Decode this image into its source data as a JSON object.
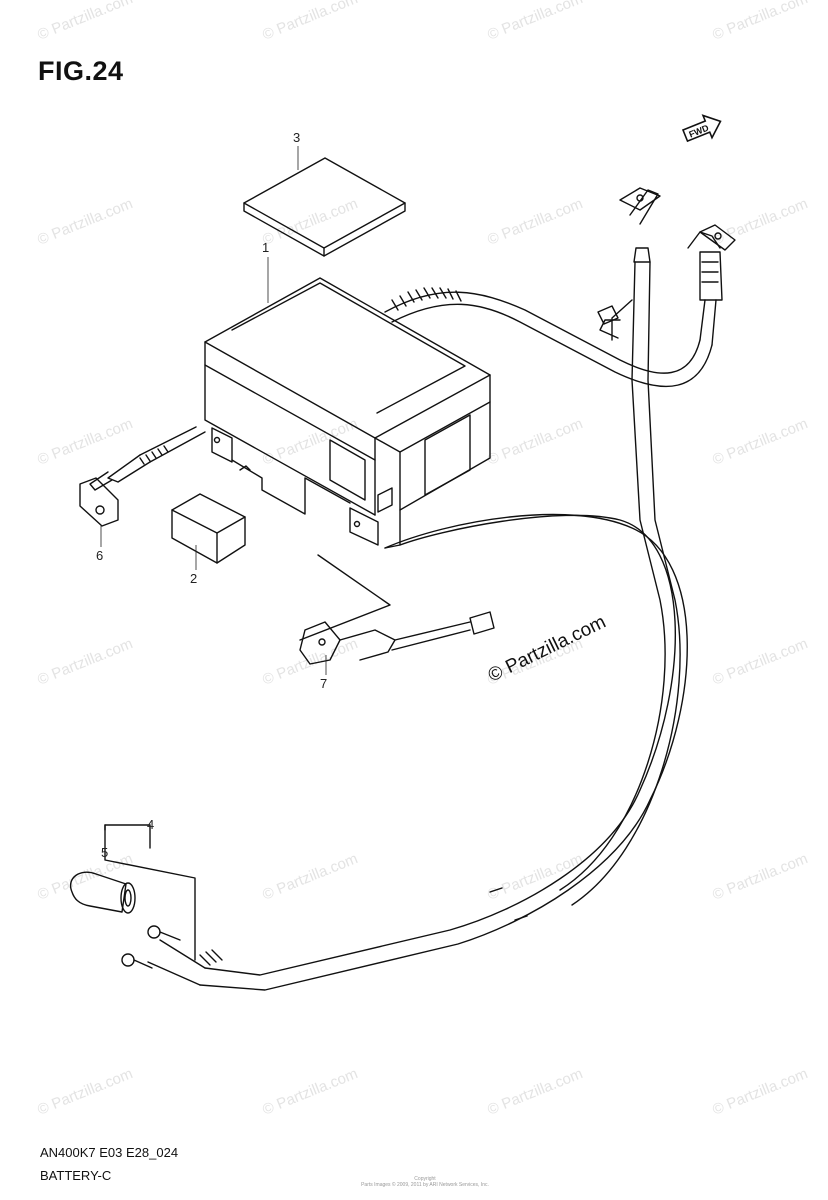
{
  "figure": {
    "title": "FIG.24",
    "code": "AN400K7 E03 E28_024",
    "name": "BATTERY-C",
    "forward_label": "FWD"
  },
  "callouts": [
    "1",
    "2",
    "3",
    "4",
    "5",
    "6",
    "7"
  ],
  "watermark": {
    "text": "© Partzilla.com",
    "foreground_text": "© Partzilla.com"
  },
  "copyright_small": [
    "Copyright",
    "Parts Images © 2009, 2011 by ARI Network Services, Inc."
  ],
  "colors": {
    "line": "#111111",
    "watermark": "#e3e3e3",
    "background": "#ffffff"
  }
}
